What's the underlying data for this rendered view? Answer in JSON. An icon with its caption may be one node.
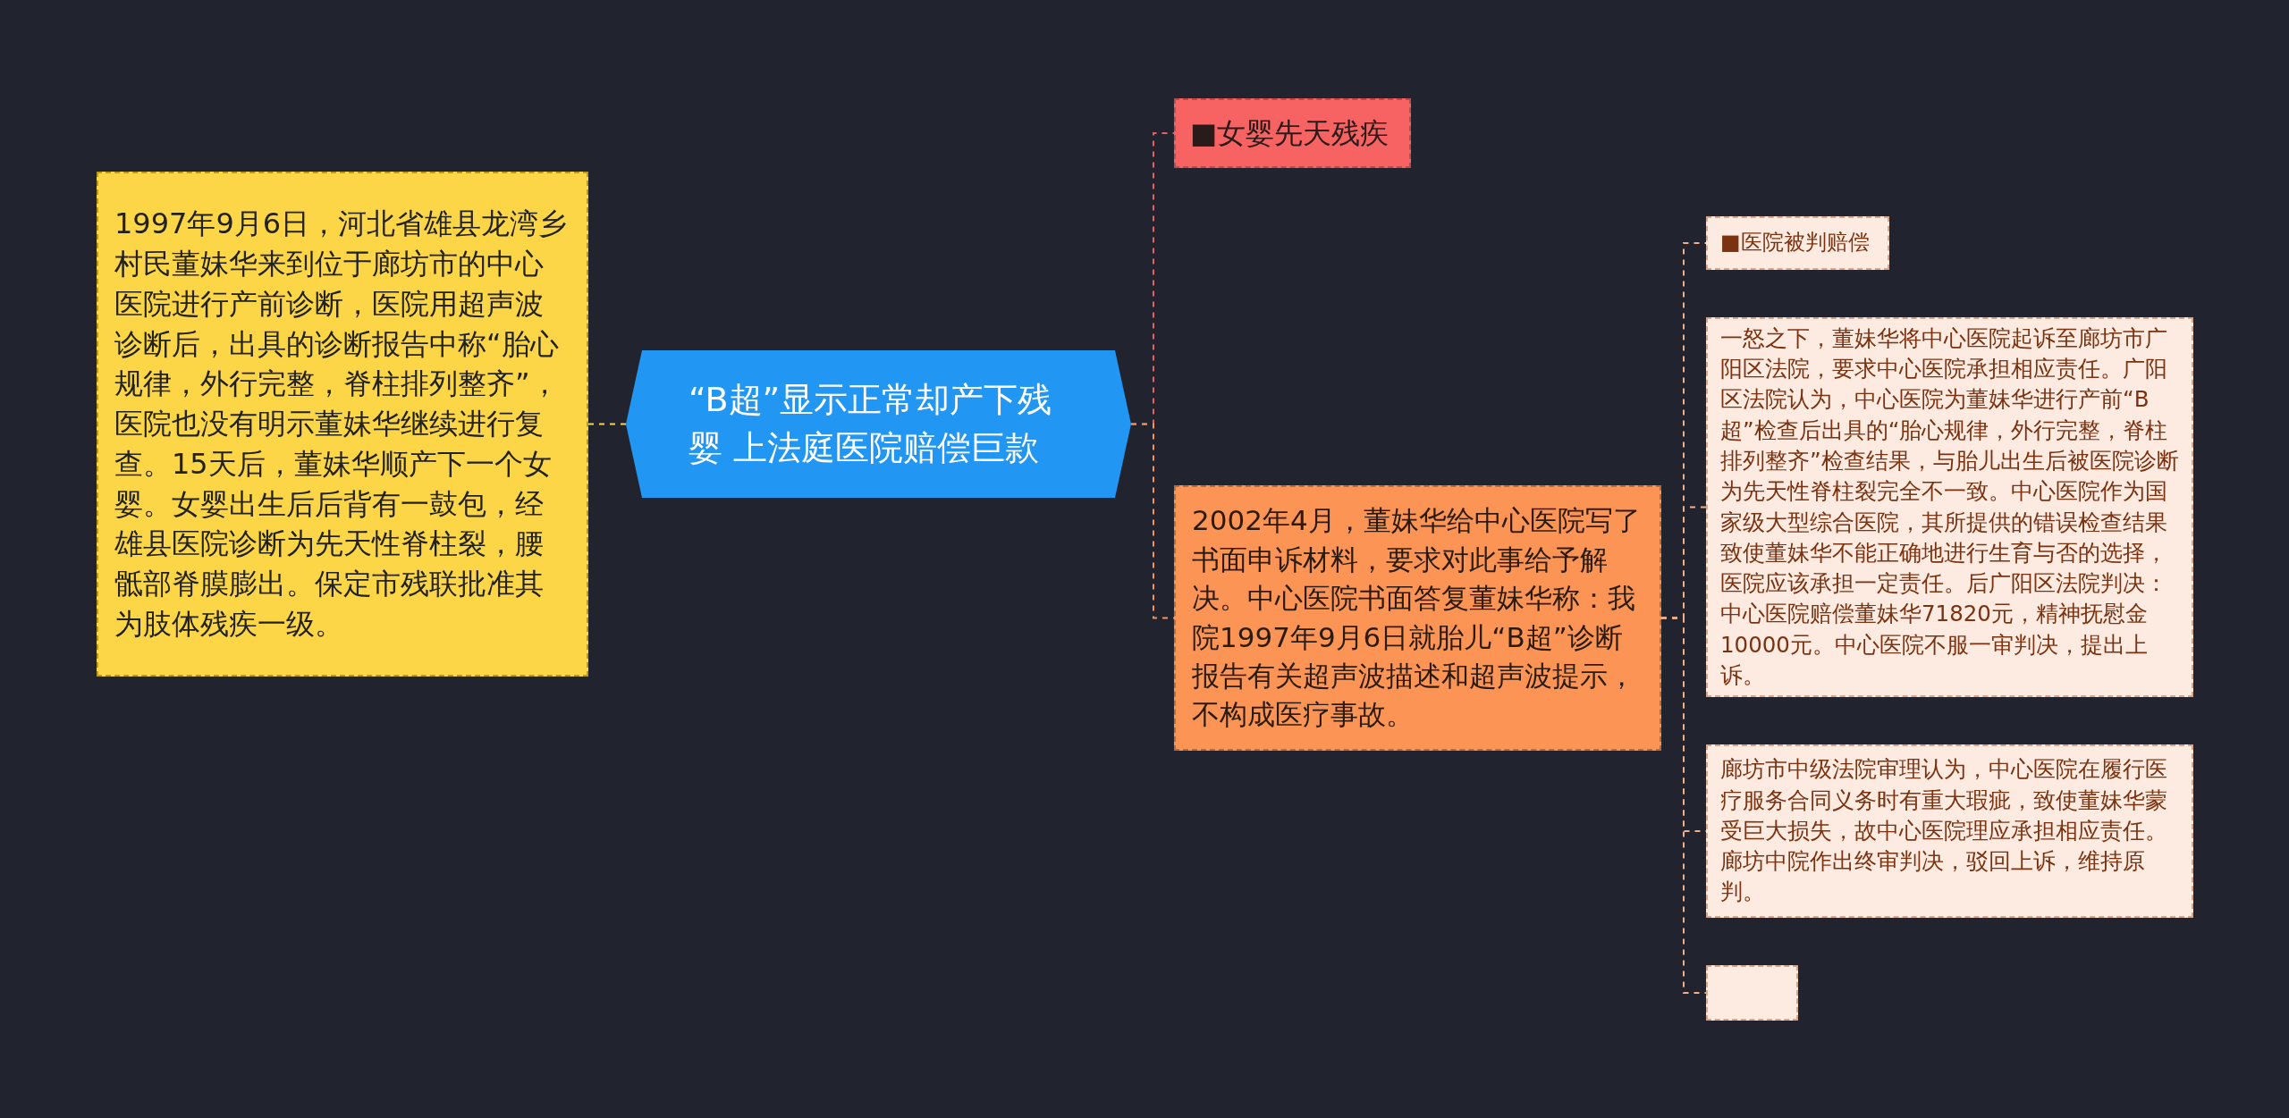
{
  "diagram": {
    "nodes": [
      {
        "text": [
          "“B超”显示正常却产下残婴 上法庭医院赔偿巨款"
        ]
      },
      {
        "text": [
          "1997年9月6日，河北省雄县龙湾乡村民董妹华来到位于廊坊市的中心医院进行产前诊断，医院用超声波诊断后，出具的诊断报告中称“胎心规律，外行完整，脊柱排列整齐”，医院也没有明示董妹华继续进行复查。15天后，董妹华顺产下一个女婴。女婴出生后后背有一鼓包，经雄县医院诊断为先天性脊柱裂，腰骶部脊膜膨出。保定市残联批准其为肢体残疾一级。"
        ]
      },
      {
        "text": [
          "■女婴先天残疾"
        ]
      },
      {
        "text": [
          "2002年4月，董妹华给中心医院写了书面申诉材料，要求对此事给予解决。中心医院书面答复董妹华称：我院1997年9月6日就胎儿“B超”诊断报告有关超声波描述和超声波提示，不构成医疗事故。"
        ]
      },
      {
        "text": [
          "■医院被判赔偿"
        ]
      },
      {
        "text": [
          "一怒之下，董妹华将中心医院起诉至廊坊市广阳区法院，要求中心医院承担相应责任。广阳区法院认为，中心医院为董妹华进行产前“B超”检查后出具的“胎心规律，外行完整，脊柱排列整齐”检查结果，与胎儿出生后被医院诊断为先天性脊柱裂完全不一致。中心医院作为国家级大型综合医院，其所提供的错误检查结果致使董妹华不能正确地进行生育与否的选择，医院应该承担一定责任。后广阳区法院判决：中心医院赔偿董妹华71820元，精神抚慰金10000元。中心医院不服一审判决，提出上诉。"
        ]
      },
      {
        "text": [
          "廊坊市中级法院审理认为，中心医院在履行医疗服务合同义务时有重大瑕疵，致使董妹华蒙受巨大损失，故中心医院理应承担相应责任。廊坊中院作出终审判决，驳回上诉，维持原判。"
        ]
      },
      {
        "text": [],
        "shape": "box"
      }
    ],
    "edges": [
      {
        "from": 0,
        "to": 1,
        "arrow": "none",
        "color": "#f5d54a"
      },
      {
        "from": 0,
        "to": 2,
        "arrow": "none",
        "color": "#e8605f"
      },
      {
        "from": 0,
        "to": 3,
        "arrow": "none",
        "color": "#f4935a"
      },
      {
        "from": 3,
        "to": 4,
        "arrow": "none",
        "color": "#f0b08a"
      },
      {
        "from": 3,
        "to": 5,
        "arrow": "none",
        "color": "#f0b08a"
      },
      {
        "from": 3,
        "to": 6,
        "arrow": "none",
        "color": "#f0b08a"
      },
      {
        "from": 3,
        "to": 7,
        "arrow": "none",
        "color": "#f0b08a"
      }
    ]
  }
}
